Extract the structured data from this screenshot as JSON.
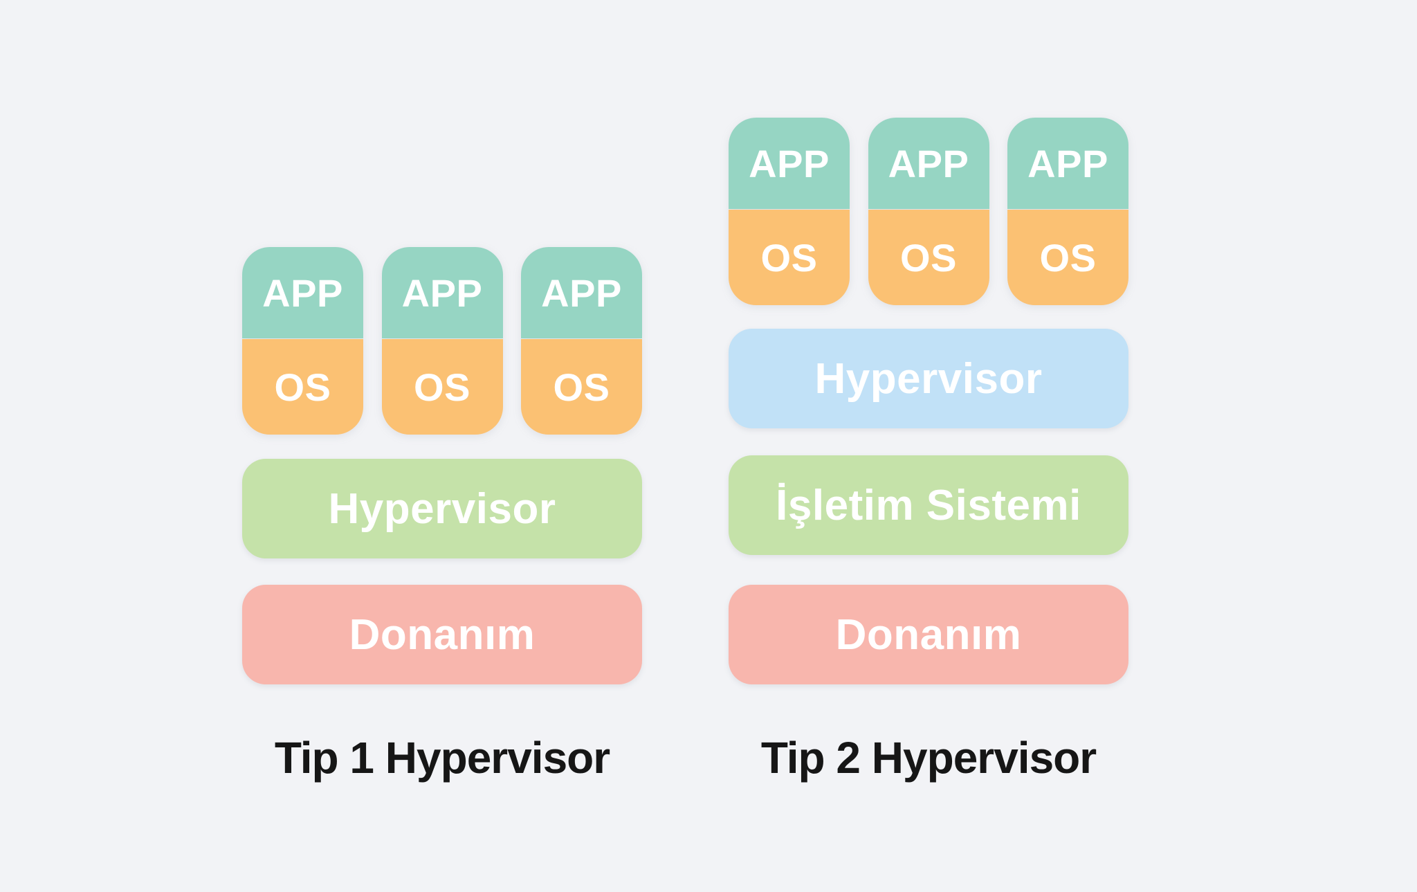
{
  "page": {
    "background": "#f2f3f6"
  },
  "colors": {
    "app_teal": "#96d5c3",
    "os_orange": "#fbc173",
    "hypervisor_green": "#c5e2a9",
    "hypervisor_blue": "#c1e1f7",
    "hardware_salmon": "#f8b6ad",
    "title_text": "#161616",
    "block_text": "#ffffff"
  },
  "diagrams": [
    {
      "title": "Tip 1 Hypervisor",
      "vm_columns": [
        {
          "app": "APP",
          "os": "OS"
        },
        {
          "app": "APP",
          "os": "OS"
        },
        {
          "app": "APP",
          "os": "OS"
        }
      ],
      "layers": [
        {
          "label": "Hypervisor",
          "color": "#c5e2a9"
        },
        {
          "label": "Donanım",
          "color": "#f8b6ad"
        }
      ]
    },
    {
      "title": "Tip 2 Hypervisor",
      "vm_columns": [
        {
          "app": "APP",
          "os": "OS"
        },
        {
          "app": "APP",
          "os": "OS"
        },
        {
          "app": "APP",
          "os": "OS"
        }
      ],
      "layers": [
        {
          "label": "Hypervisor",
          "color": "#c1e1f7"
        },
        {
          "label": "İşletim Sistemi",
          "color": "#c5e2a9"
        },
        {
          "label": "Donanım",
          "color": "#f8b6ad"
        }
      ]
    }
  ]
}
